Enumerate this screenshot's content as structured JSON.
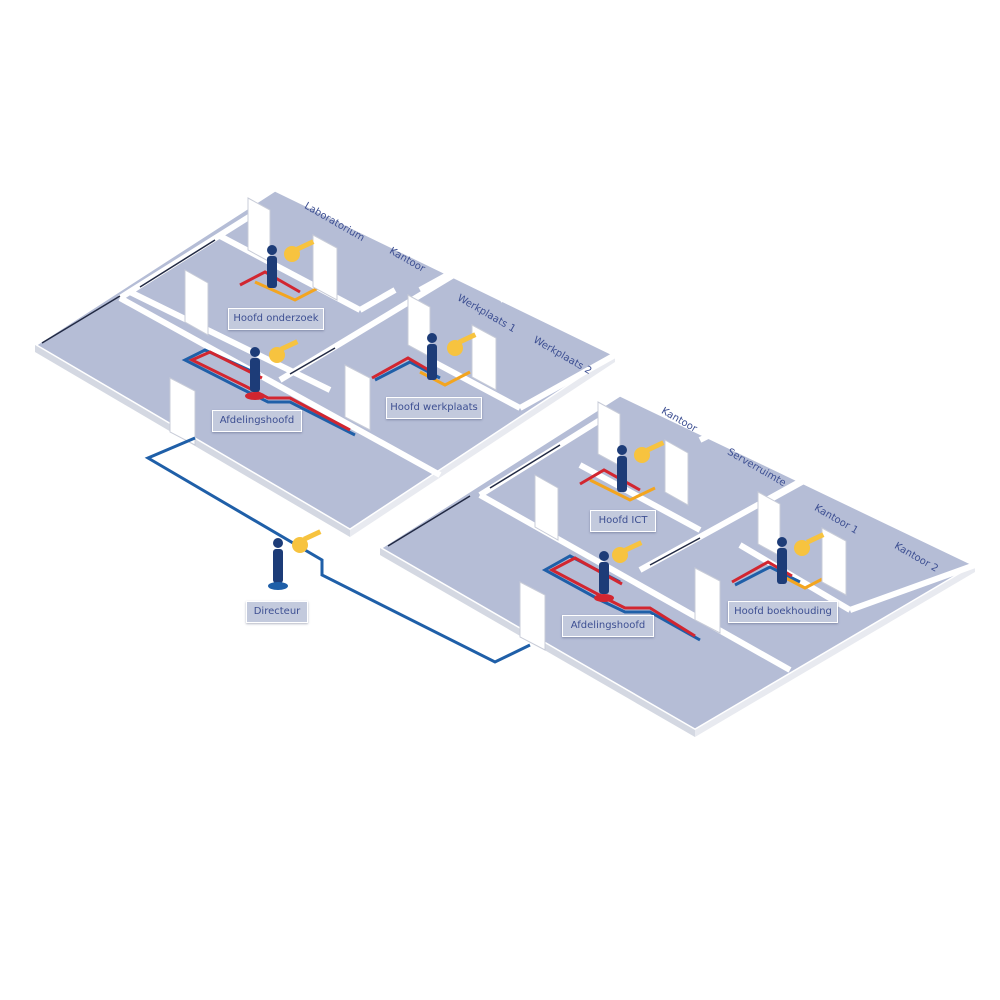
{
  "building_left": {
    "rooms": [
      "Laboratorium",
      "Kantoor",
      "Werkplaats 1",
      "Werkplaats 2"
    ],
    "people": [
      "Hoofd onderzoek",
      "Afdelingshoofd",
      "Hoofd werkplaats"
    ]
  },
  "building_right": {
    "rooms": [
      "Kantoor",
      "Serverruimte",
      "Kantoor 1",
      "Kantoor 2"
    ],
    "people": [
      "Hoofd ICT",
      "Afdelingshoofd",
      "Hoofd boekhouding"
    ]
  },
  "director": {
    "label": "Directeur"
  },
  "colors": {
    "floor": "#b5bdd6",
    "wall": "#ffffff",
    "wall_shade": "#d4d8e2",
    "label_bg": "#c3cadd",
    "text": "#3d4f92",
    "line_blue": "#1f5fa8",
    "line_red": "#d22630",
    "line_orange": "#f3a51f",
    "key": "#f7c33f",
    "person": "#1d3c78"
  },
  "icons": [
    "door-icon",
    "key-icon",
    "person-icon"
  ]
}
